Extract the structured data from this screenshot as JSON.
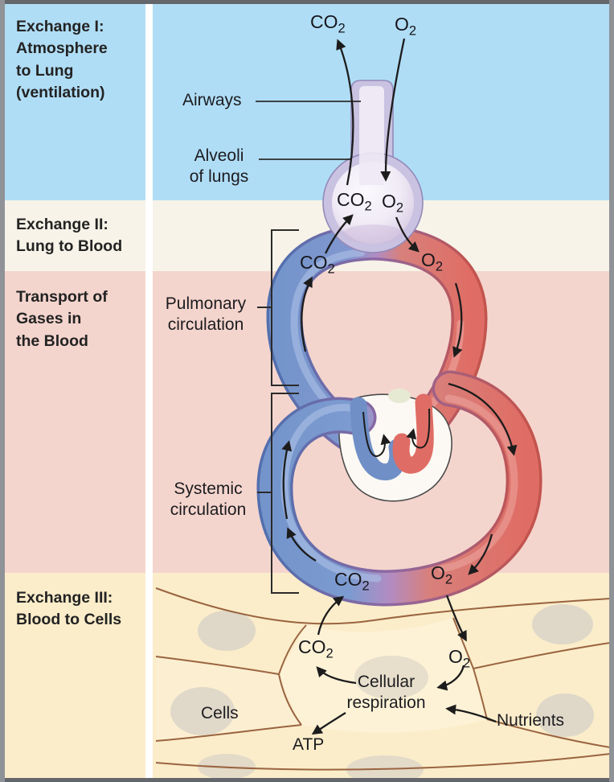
{
  "title": "Gas exchange and transport diagram",
  "palette": {
    "band_exchange1": "#b0ddf6",
    "band_exchange2": "#f7f3e8",
    "band_transport": "#f4d5cd",
    "band_exchange3": "#fbedca",
    "vessel_blue": "#7495cb",
    "vessel_red": "#df6d65",
    "vessel_purple": "#b18cc2",
    "alveolus_wall": "#cac2e1",
    "cell_wall_brown": "#9a6440",
    "arrow_black": "#1c1c1c"
  },
  "sidebar": {
    "sections": [
      {
        "label": "Exchange I:\nAtmosphere\nto Lung\n(ventilation)"
      },
      {
        "label": "Exchange II:\nLung to Blood"
      },
      {
        "label": "Transport of\nGases in\nthe Blood"
      },
      {
        "label": "Exchange III:\nBlood to Cells"
      }
    ]
  },
  "gases": {
    "co2": "CO2",
    "o2": "O2"
  },
  "diagram": {
    "airways_label": "Airways",
    "alveoli_label": "Alveoli\nof lungs",
    "pulmonary_label": "Pulmonary\ncirculation",
    "systemic_label": "Systemic\ncirculation",
    "cells_label": "Cells",
    "cellular_respiration_label": "Cellular\nrespiration",
    "atp_label": "ATP",
    "nutrients_label": "Nutrients"
  }
}
